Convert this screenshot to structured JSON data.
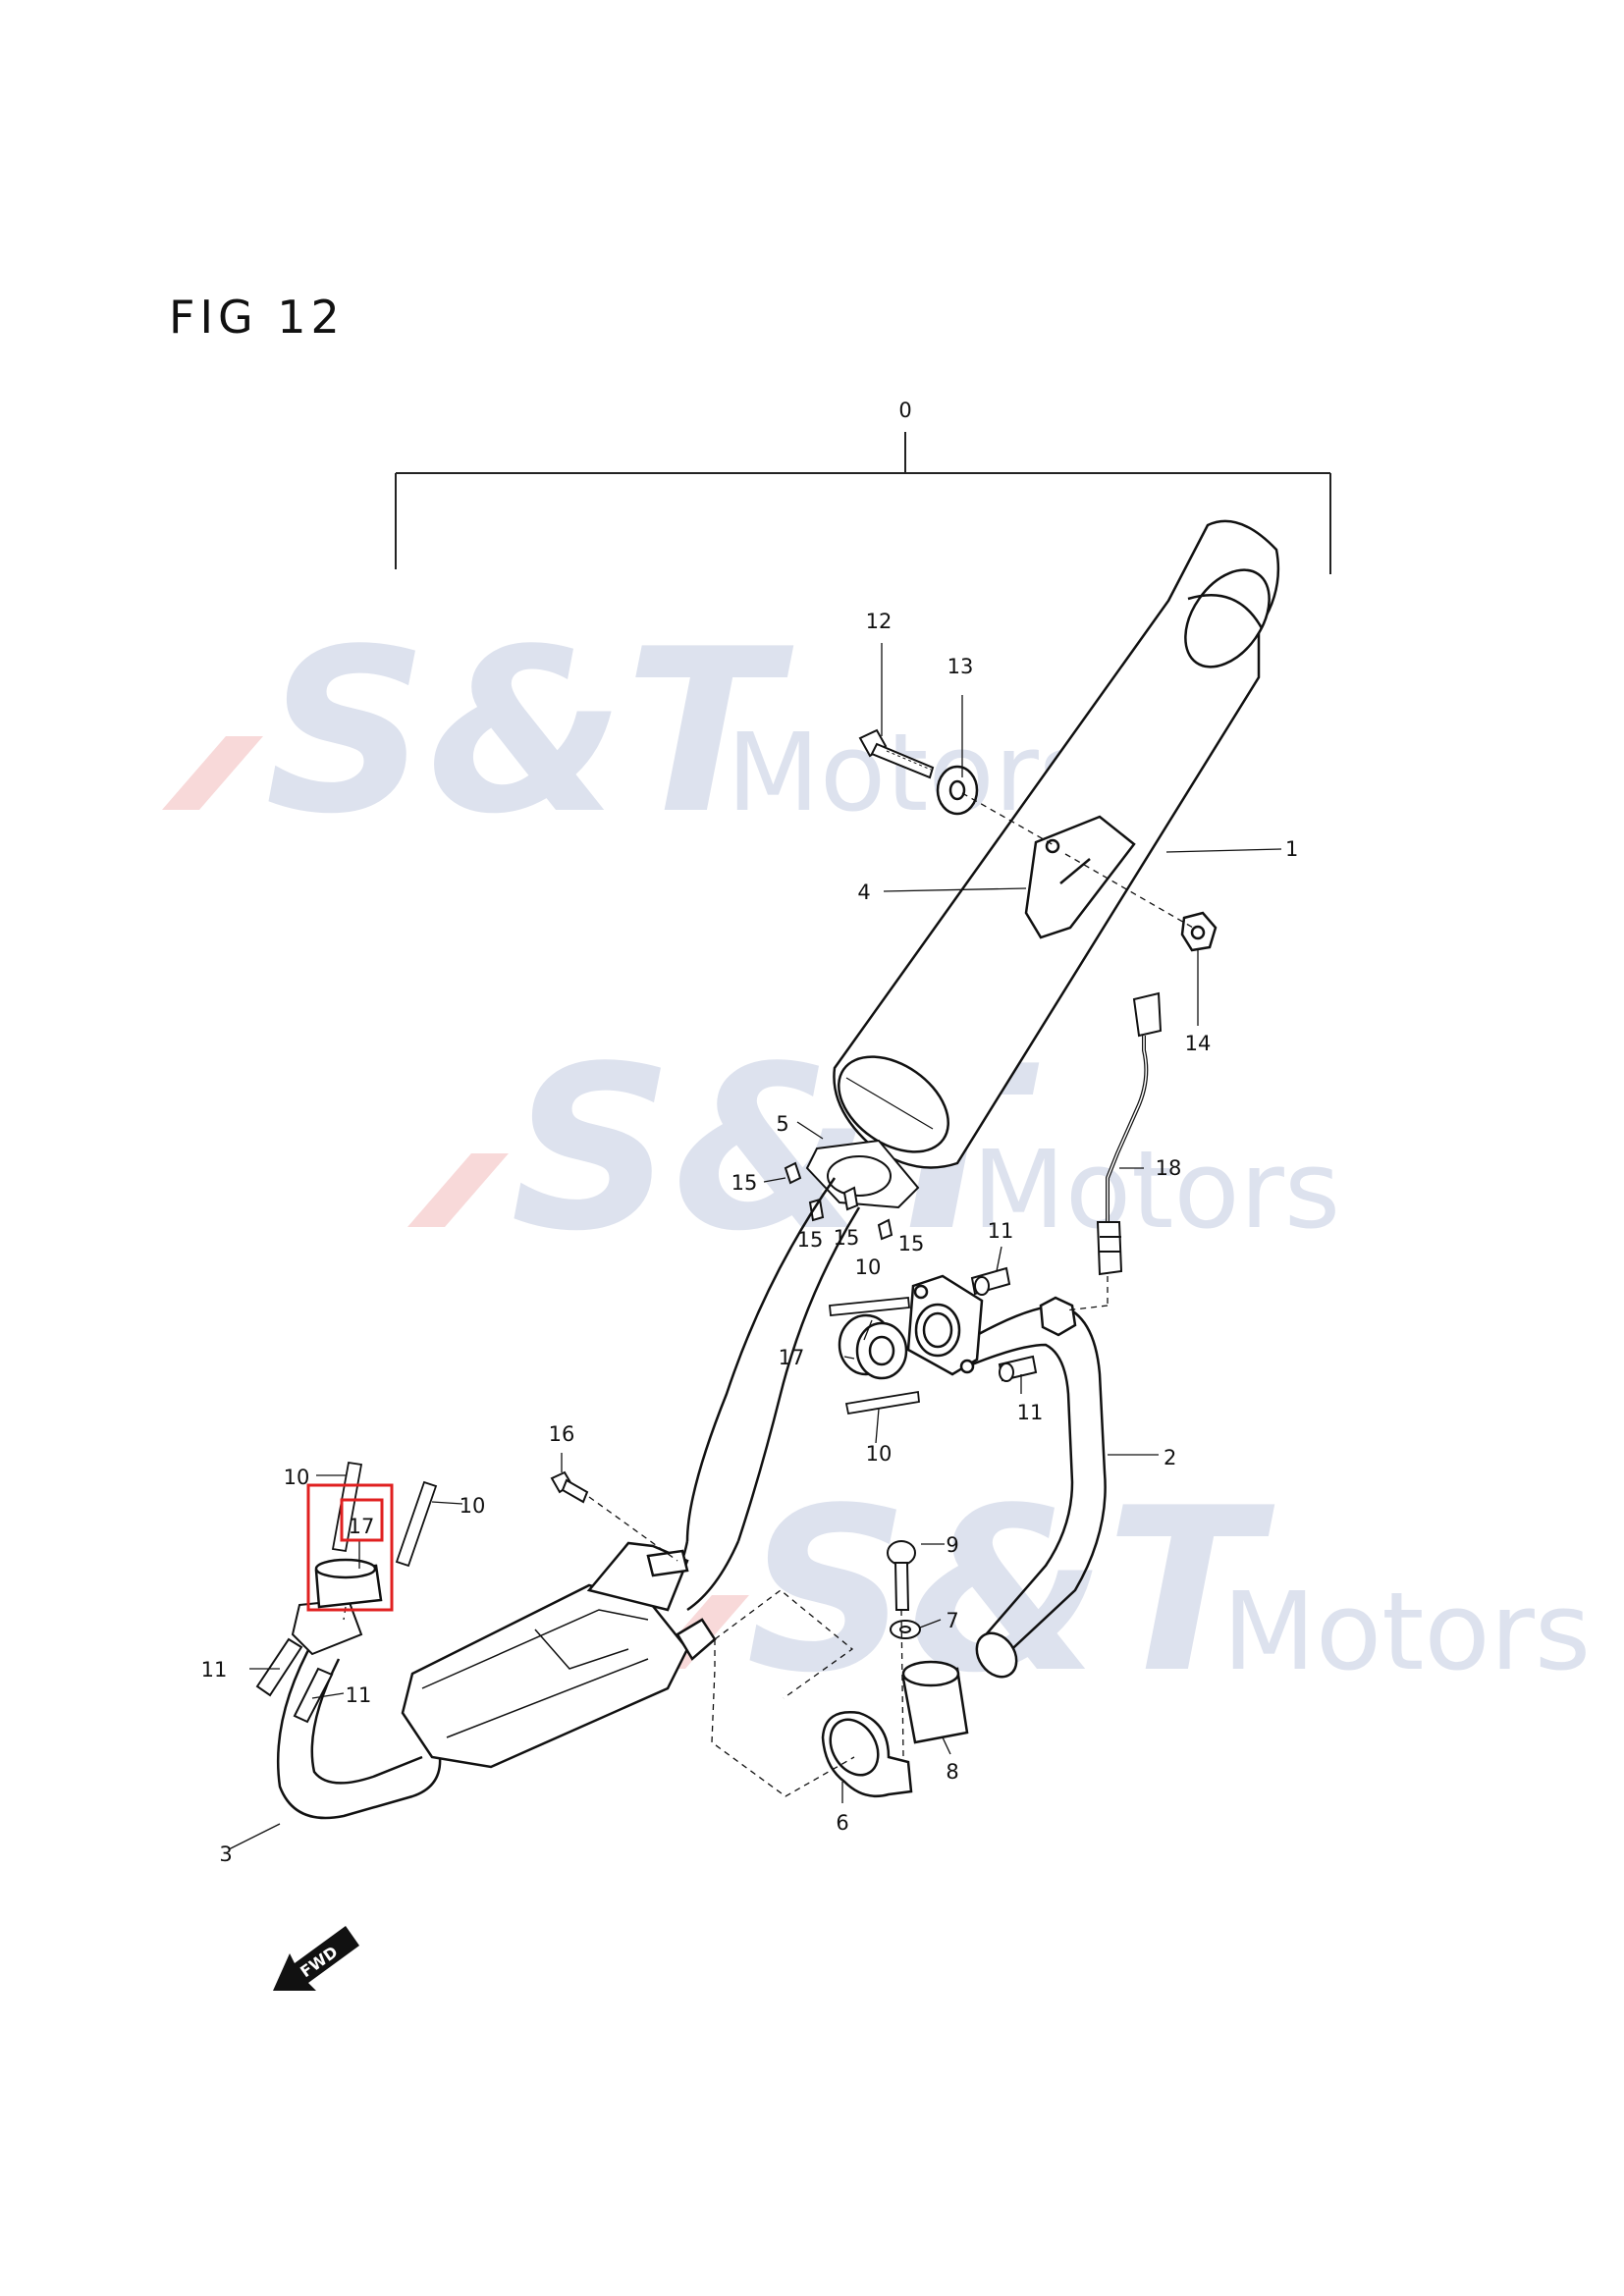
{
  "figure": {
    "title": "FIG 12"
  },
  "watermark": {
    "brand": "S&T",
    "sub": "Motors",
    "brand_color": "#dde2ee",
    "accent_color": "#f7d6d6"
  },
  "callouts": {
    "c0": "0",
    "c1": "1",
    "c2": "2",
    "c3": "3",
    "c4": "4",
    "c5": "5",
    "c6": "6",
    "c7": "7",
    "c8": "8",
    "c9": "9",
    "c10a": "10",
    "c10b": "10",
    "c10c": "10",
    "c10d": "10",
    "c11a": "11",
    "c11b": "11",
    "c11c": "11",
    "c11d": "11",
    "c12": "12",
    "c13": "13",
    "c14": "14",
    "c15a": "15",
    "c15b": "15",
    "c15c": "15",
    "c15d": "15",
    "c16": "16",
    "c17a": "17",
    "c17b": "17",
    "c18": "18"
  },
  "highlight": {
    "color": "#e02020",
    "part": "17"
  },
  "fwd": {
    "label": "FWD"
  }
}
